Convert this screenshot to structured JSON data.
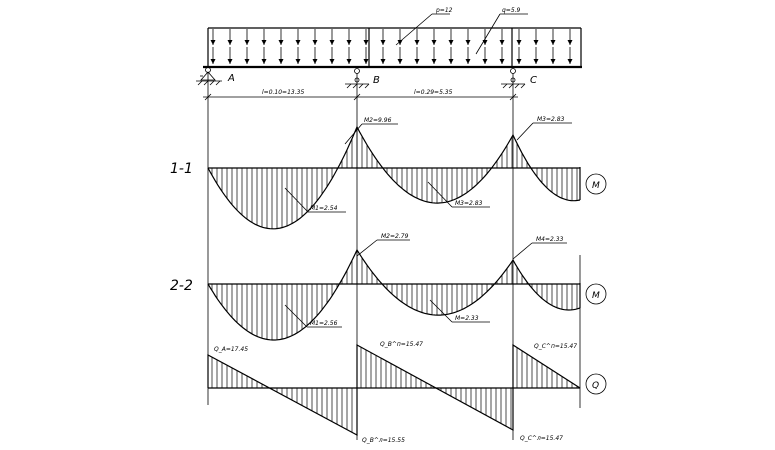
{
  "beam": {
    "load_left_label": "p=12",
    "load_right_label": "q=5.9",
    "supports": [
      "A",
      "B",
      "C"
    ],
    "span1_label": "l=0.10=13.35",
    "span2_label": "l=0.29=5.35"
  },
  "sections": {
    "s1": "1-1",
    "s2": "2-2"
  },
  "diagram_markers": {
    "m1": "M",
    "m2": "M",
    "q": "Q"
  },
  "moment1": {
    "mb": "M2=9.96",
    "mc": "M3=2.83",
    "m1": "M1=2.54",
    "m2": "M3=2.83"
  },
  "moment2": {
    "mb": "M2=2.79",
    "mc": "M4=2.33",
    "m1": "M1=2.56",
    "m2": "M=2.33"
  },
  "shear": {
    "qa": "Q_A=17.45",
    "qb_right": "Q_B^п=15.47",
    "qc_right": "Q_C^п=15.47",
    "qb_left": "Q_B^л=15.55",
    "qc_left": "Q_C^л=15.47"
  }
}
